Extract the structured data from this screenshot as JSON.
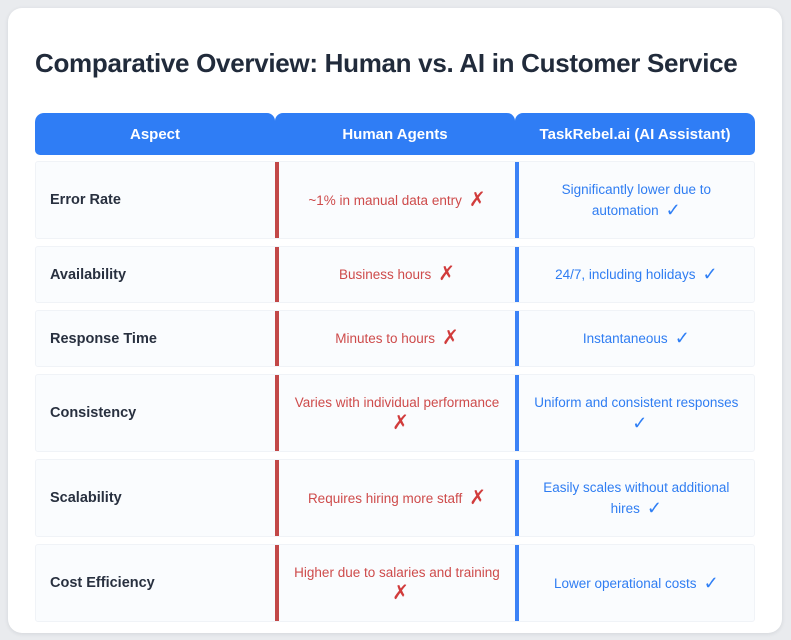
{
  "title": "Comparative Overview: Human vs. AI in Customer Service",
  "colors": {
    "page_background": "#e9ebee",
    "card_background": "#ffffff",
    "title_text": "#212b3b",
    "header_blue": "#2f7df5",
    "row_background": "#fafcfe",
    "human_accent": "#c24848",
    "human_text": "#ce4b4b",
    "cross_red": "#d13c3c",
    "ai_accent": "#3b82f6",
    "ai_text": "#2f7df2",
    "check_blue": "#2f7ff5"
  },
  "icons": {
    "cross": "✗",
    "check": "✓"
  },
  "table": {
    "headers": [
      "Aspect",
      "Human Agents",
      "TaskRebel.ai (AI Assistant)"
    ],
    "rows": [
      {
        "aspect": "Error Rate",
        "human": "~1% in manual data entry",
        "ai": "Significantly lower due to automation"
      },
      {
        "aspect": "Availability",
        "human": "Business hours",
        "ai": "24/7, including holidays"
      },
      {
        "aspect": "Response Time",
        "human": "Minutes to hours",
        "ai": "Instantaneous"
      },
      {
        "aspect": "Consistency",
        "human": "Varies with individual performance",
        "ai": "Uniform and consistent responses"
      },
      {
        "aspect": "Scalability",
        "human": "Requires hiring more staff",
        "ai": "Easily scales without additional hires"
      },
      {
        "aspect": "Cost Efficiency",
        "human": "Higher due to salaries and training",
        "ai": "Lower operational costs"
      }
    ]
  }
}
